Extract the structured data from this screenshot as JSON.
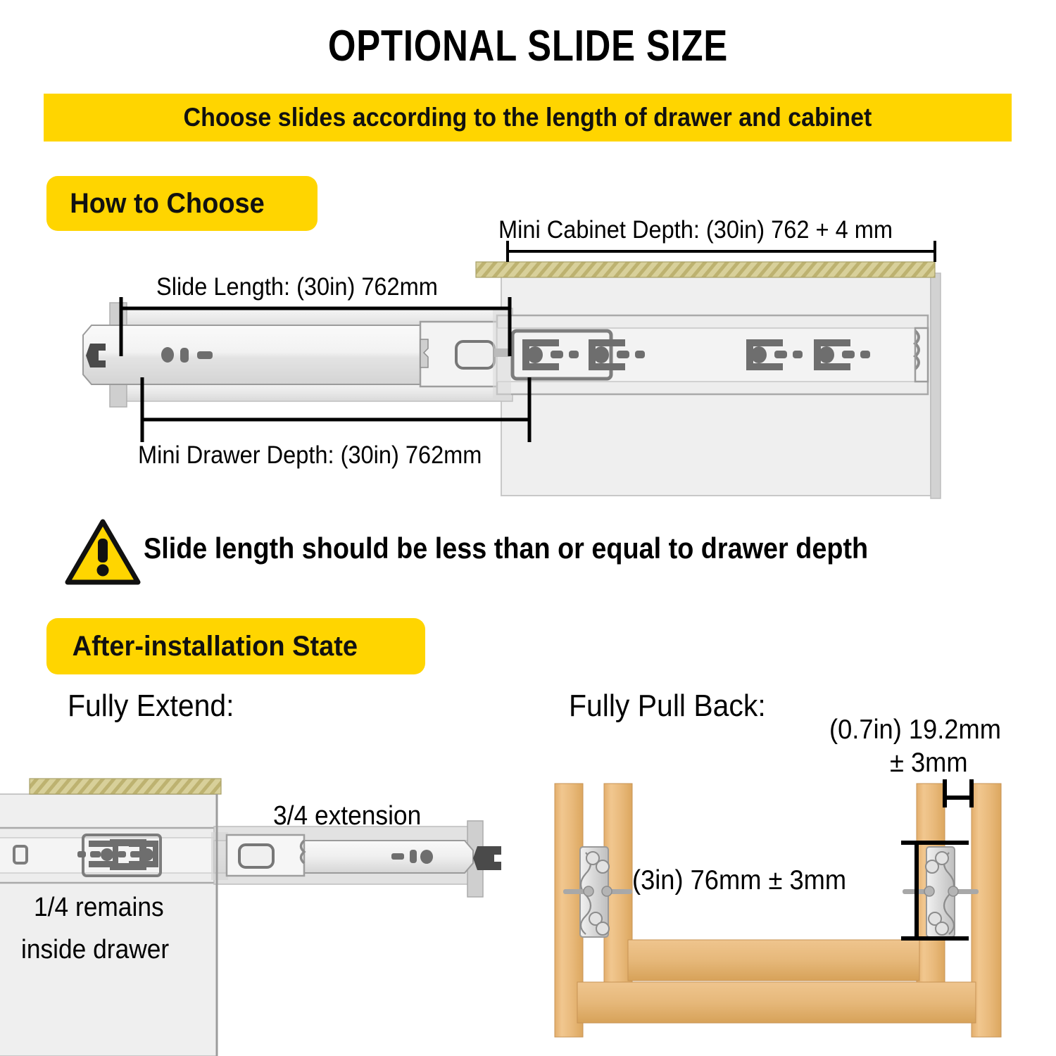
{
  "title": "OPTIONAL SLIDE SIZE",
  "banner": {
    "text": "Choose slides according to the length of drawer and cabinet"
  },
  "sections": {
    "how_to_choose": {
      "pill_label": "How to Choose",
      "labels": {
        "cabinet_depth": "Mini Cabinet Depth: (30in) 762 + 4 mm",
        "slide_length": "Slide Length: (30in) 762mm",
        "drawer_depth": "Mini Drawer Depth: (30in) 762mm"
      },
      "warning": "Slide length should be less than or equal to drawer depth",
      "warning_icon": "warning-triangle-icon"
    },
    "after_installation": {
      "pill_label": "After-installation State",
      "fully_extend": {
        "heading": "Fully Extend:",
        "extension_label": "3/4 extension",
        "remains_line1": "1/4 remains",
        "remains_line2": "inside drawer"
      },
      "fully_pull_back": {
        "heading": "Fully Pull Back:",
        "gap_line1": "(0.7in) 19.2mm",
        "gap_line2": "± 3mm",
        "height_label": "(3in) 76mm ± 3mm"
      }
    }
  },
  "colors": {
    "accent_yellow": "#FFD500",
    "wood_hatch": "#CFC78A",
    "wood_panel": "#E8B474",
    "metal_light": "#EDEDED",
    "metal_mid": "#C9C9C9",
    "metal_dark": "#6E6E6E",
    "ink": "#000000"
  }
}
